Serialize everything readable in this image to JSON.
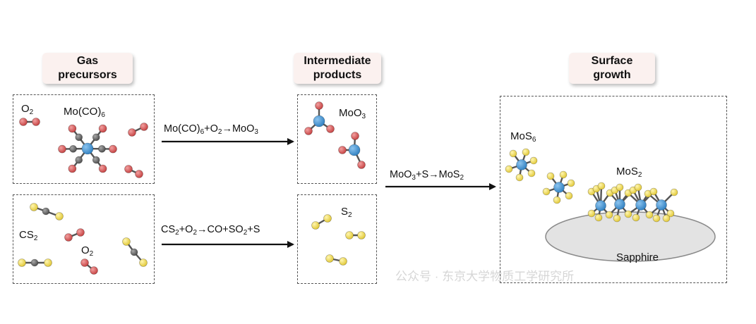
{
  "headers": {
    "gas": [
      "Gas",
      "precursors"
    ],
    "intermediate": [
      "Intermediate",
      "products"
    ],
    "surface": [
      "Surface",
      "growth"
    ]
  },
  "labels": {
    "o2_top": {
      "base": "O",
      "sub": "2"
    },
    "mo_co6": {
      "base": "Mo(CO)",
      "sub": "6"
    },
    "cs2": {
      "base": "CS",
      "sub": "2"
    },
    "o2_bottom": {
      "base": "O",
      "sub": "2"
    },
    "moo3": {
      "base": "MoO",
      "sub": "3"
    },
    "s2": {
      "base": "S",
      "sub": "2"
    },
    "mos6": {
      "base": "MoS",
      "sub": "6"
    },
    "mos2": {
      "base": "MoS",
      "sub": "2"
    },
    "sapphire": "Sapphire"
  },
  "reactions": {
    "r1": [
      [
        "Mo(CO)",
        "6"
      ],
      [
        "+O",
        "2"
      ],
      [
        "→MoO",
        "3"
      ]
    ],
    "r2": [
      [
        "CS",
        "2"
      ],
      [
        "+O",
        "2"
      ],
      [
        "→CO+SO",
        "2"
      ],
      [
        "+S",
        ""
      ]
    ],
    "r3": [
      [
        "MoO",
        "3"
      ],
      [
        "+S→MoS",
        "2"
      ]
    ]
  },
  "watermark": "公众号 · 东京大学物质工学研究所",
  "colors": {
    "mo": "#3c8fd0",
    "o": "#d55050",
    "c": "#606060",
    "s": "#f0dc5a",
    "header_bg": "#fbf1ef",
    "sapphire": "#e3e3e3"
  }
}
